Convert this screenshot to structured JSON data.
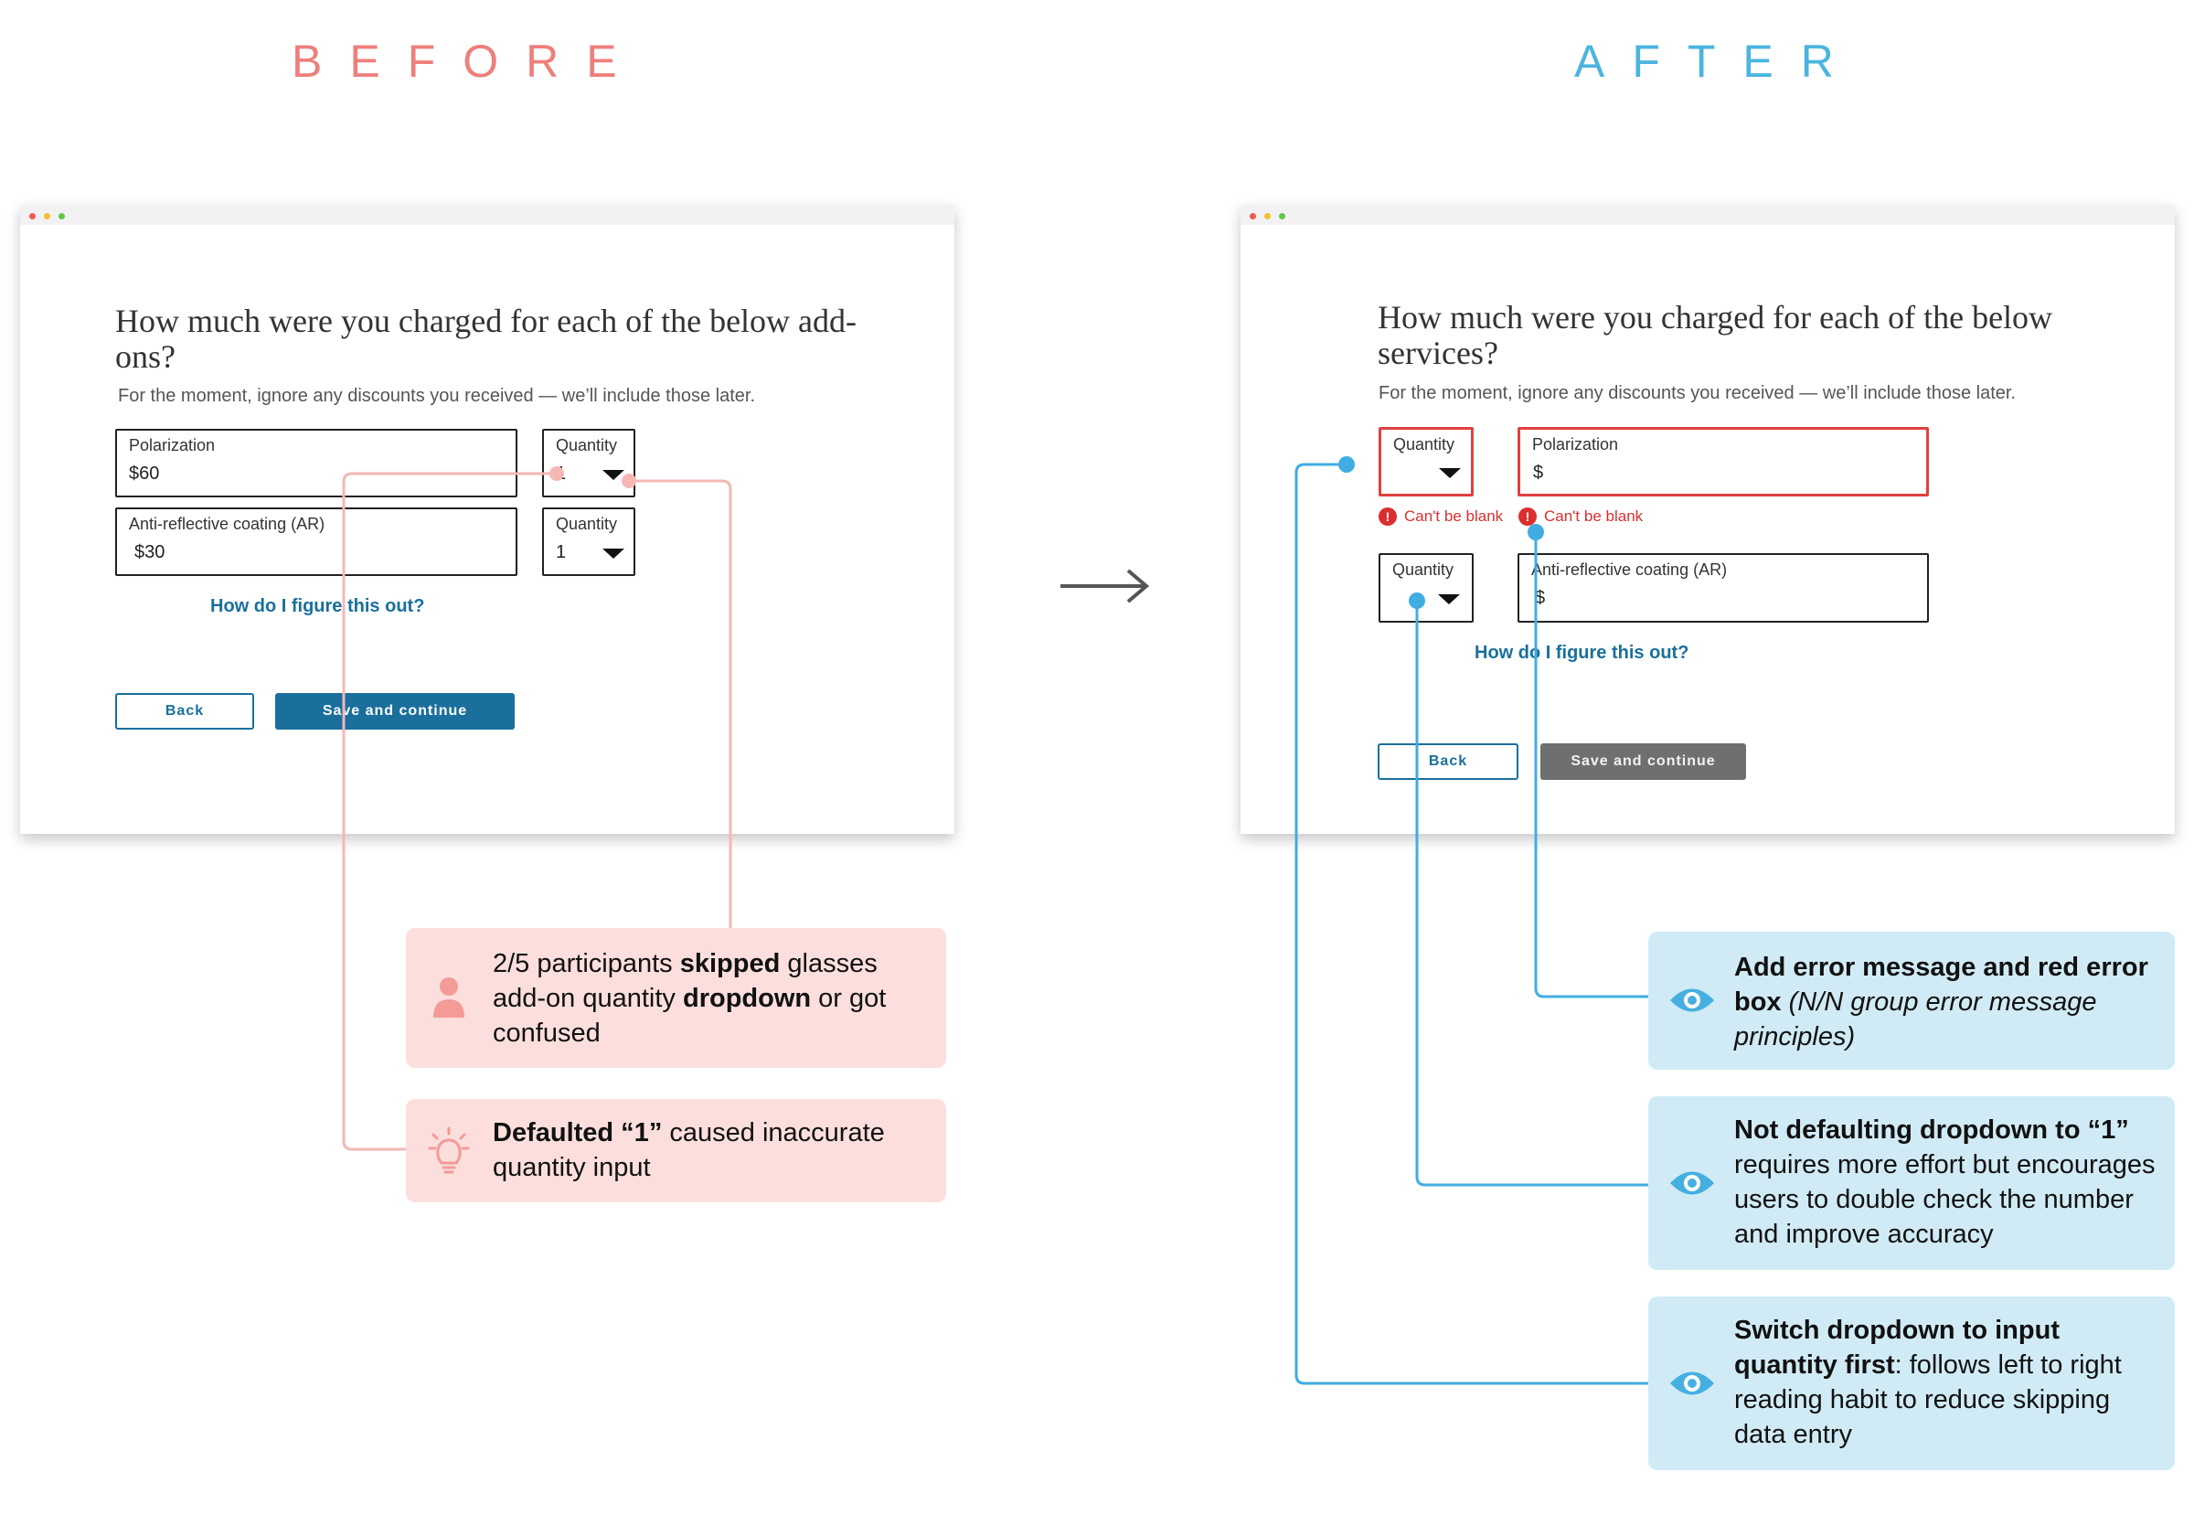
{
  "headings": {
    "before": "BEFORE",
    "after": "AFTER"
  },
  "before": {
    "question": "How much were you charged for each of the below add-ons?",
    "subtitle": "For the moment, ignore any discounts you received — we’ll include those later.",
    "fields": [
      {
        "label": "Polarization",
        "value": "$60",
        "quantity_label": "Quantity",
        "quantity_value": "1"
      },
      {
        "label": "Anti-reflective coating (AR)",
        "value": "$30",
        "quantity_label": "Quantity",
        "quantity_value": "1"
      }
    ],
    "help_link": "How do I figure this out?",
    "back_label": "Back",
    "save_label": "Save and continue"
  },
  "after": {
    "question": "How much were you charged for each of the below services?",
    "subtitle": "For the moment, ignore any discounts you received — we’ll include those later.",
    "fields": [
      {
        "quantity_label": "Quantity",
        "label": "Polarization",
        "value": "$",
        "quantity_error": "Can't be blank",
        "price_error": "Can't be blank"
      },
      {
        "quantity_label": "Quantity",
        "label": "Anti-reflective coating (AR)",
        "value": "$"
      }
    ],
    "help_link": "How do I figure this out?",
    "back_label": "Back",
    "save_label": "Save and continue"
  },
  "findings": [
    {
      "icon": "person-icon",
      "parts": [
        "2/5 participants ",
        "skipped",
        " glasses add-on quantity ",
        "dropdown",
        " or got confused"
      ]
    },
    {
      "icon": "lightbulb-icon",
      "parts": [
        "Defaulted “1”",
        " caused inaccurate quantity input"
      ]
    }
  ],
  "solutions": [
    {
      "icon": "eye-icon",
      "bold": "Add error message and red error box",
      "italic": " (N/N group error message principles)"
    },
    {
      "icon": "eye-icon",
      "bold": "Not defaulting dropdown to “1”",
      "rest": " requires more effort but encourages users to double check the number and improve accuracy"
    },
    {
      "icon": "eye-icon",
      "bold": "Switch dropdown to input quantity first",
      "rest": ": follows left to right reading habit to reduce skipping data entry"
    }
  ],
  "colors": {
    "before": "#ee7f7b",
    "after": "#4cb4df",
    "primary": "#1a6f9c",
    "error": "#e0403f",
    "red_callout": "#fcdfdd",
    "blue_callout": "#d0ebf6"
  }
}
